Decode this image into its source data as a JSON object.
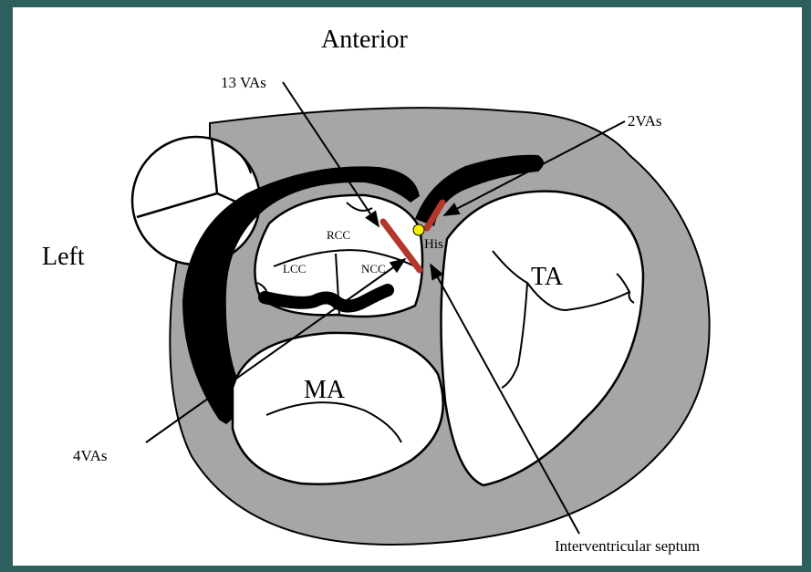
{
  "colors": {
    "frame": "#2e5f5f",
    "panel": "#ffffff",
    "tissue": "#a6a6a6",
    "conduction": "#000000",
    "ablation": "#b5362b",
    "his_marker": "#f5ee00"
  },
  "labels": {
    "anterior": "Anterior",
    "left": "Left",
    "vas_13": "13 VAs",
    "vas_2": "2VAs",
    "vas_4": "4VAs",
    "septum": "Interventricular septum",
    "rcc": "RCC",
    "lcc": "LCC",
    "ncc": "NCC",
    "his": "His",
    "ta": "TA",
    "ma": "MA"
  }
}
